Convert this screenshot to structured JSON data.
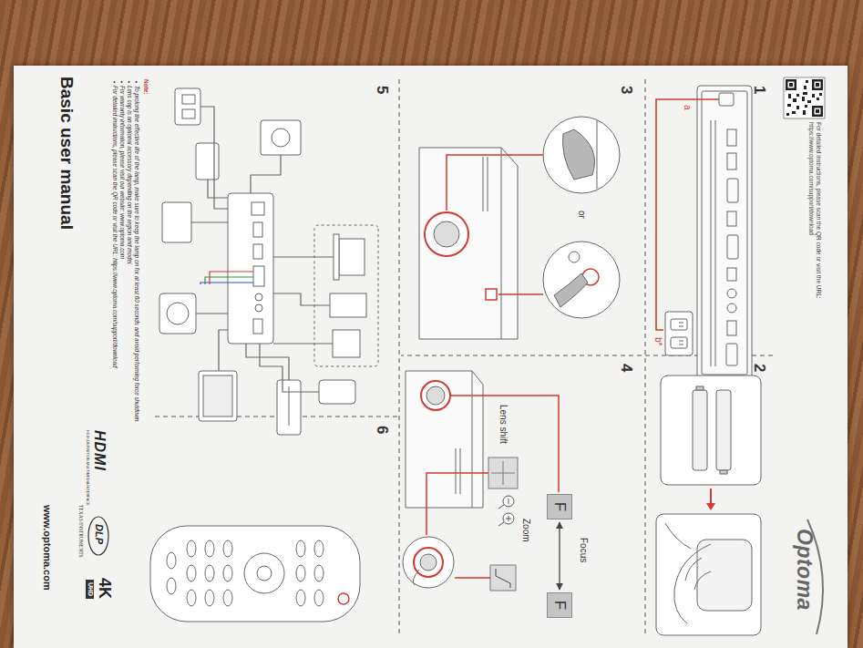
{
  "diagram": {
    "nodes": [
      {
        "text": [
          "F"
        ]
      },
      {
        "text": [
          "F"
        ]
      }
    ],
    "edges": [
      {
        "from": 0,
        "to": 1,
        "arrow": "both"
      }
    ],
    "labels": [
      "For detailed instructions, please scan the QR code or visit the URL: https://www.optoma.com/support/download",
      "Optoma",
      "1",
      "a",
      "b*",
      "2",
      "3",
      "or",
      "4",
      "Focus",
      "Zoom",
      "Lens shift",
      "5",
      "6",
      "Note:",
      "To prolong the effective life of the lamp, make sure to keep the lamp on for at least 60 seconds and avoid performing force shutdown.",
      "Lens cap is an optional accessory depending on the region and model.",
      "For warranty information, please visit our website: www.optoma.com",
      "For detailed instructions, please scan the QR code or visit the URL: https://www.optoma.com/support/download",
      "Basic user manual",
      "www.optoma.com",
      "HDMI",
      "HIGH-DEFINITION MULTIMEDIA INTERFACE",
      "DLP",
      "TEXAS INSTRUMENTS",
      "4K",
      "UHD"
    ]
  }
}
